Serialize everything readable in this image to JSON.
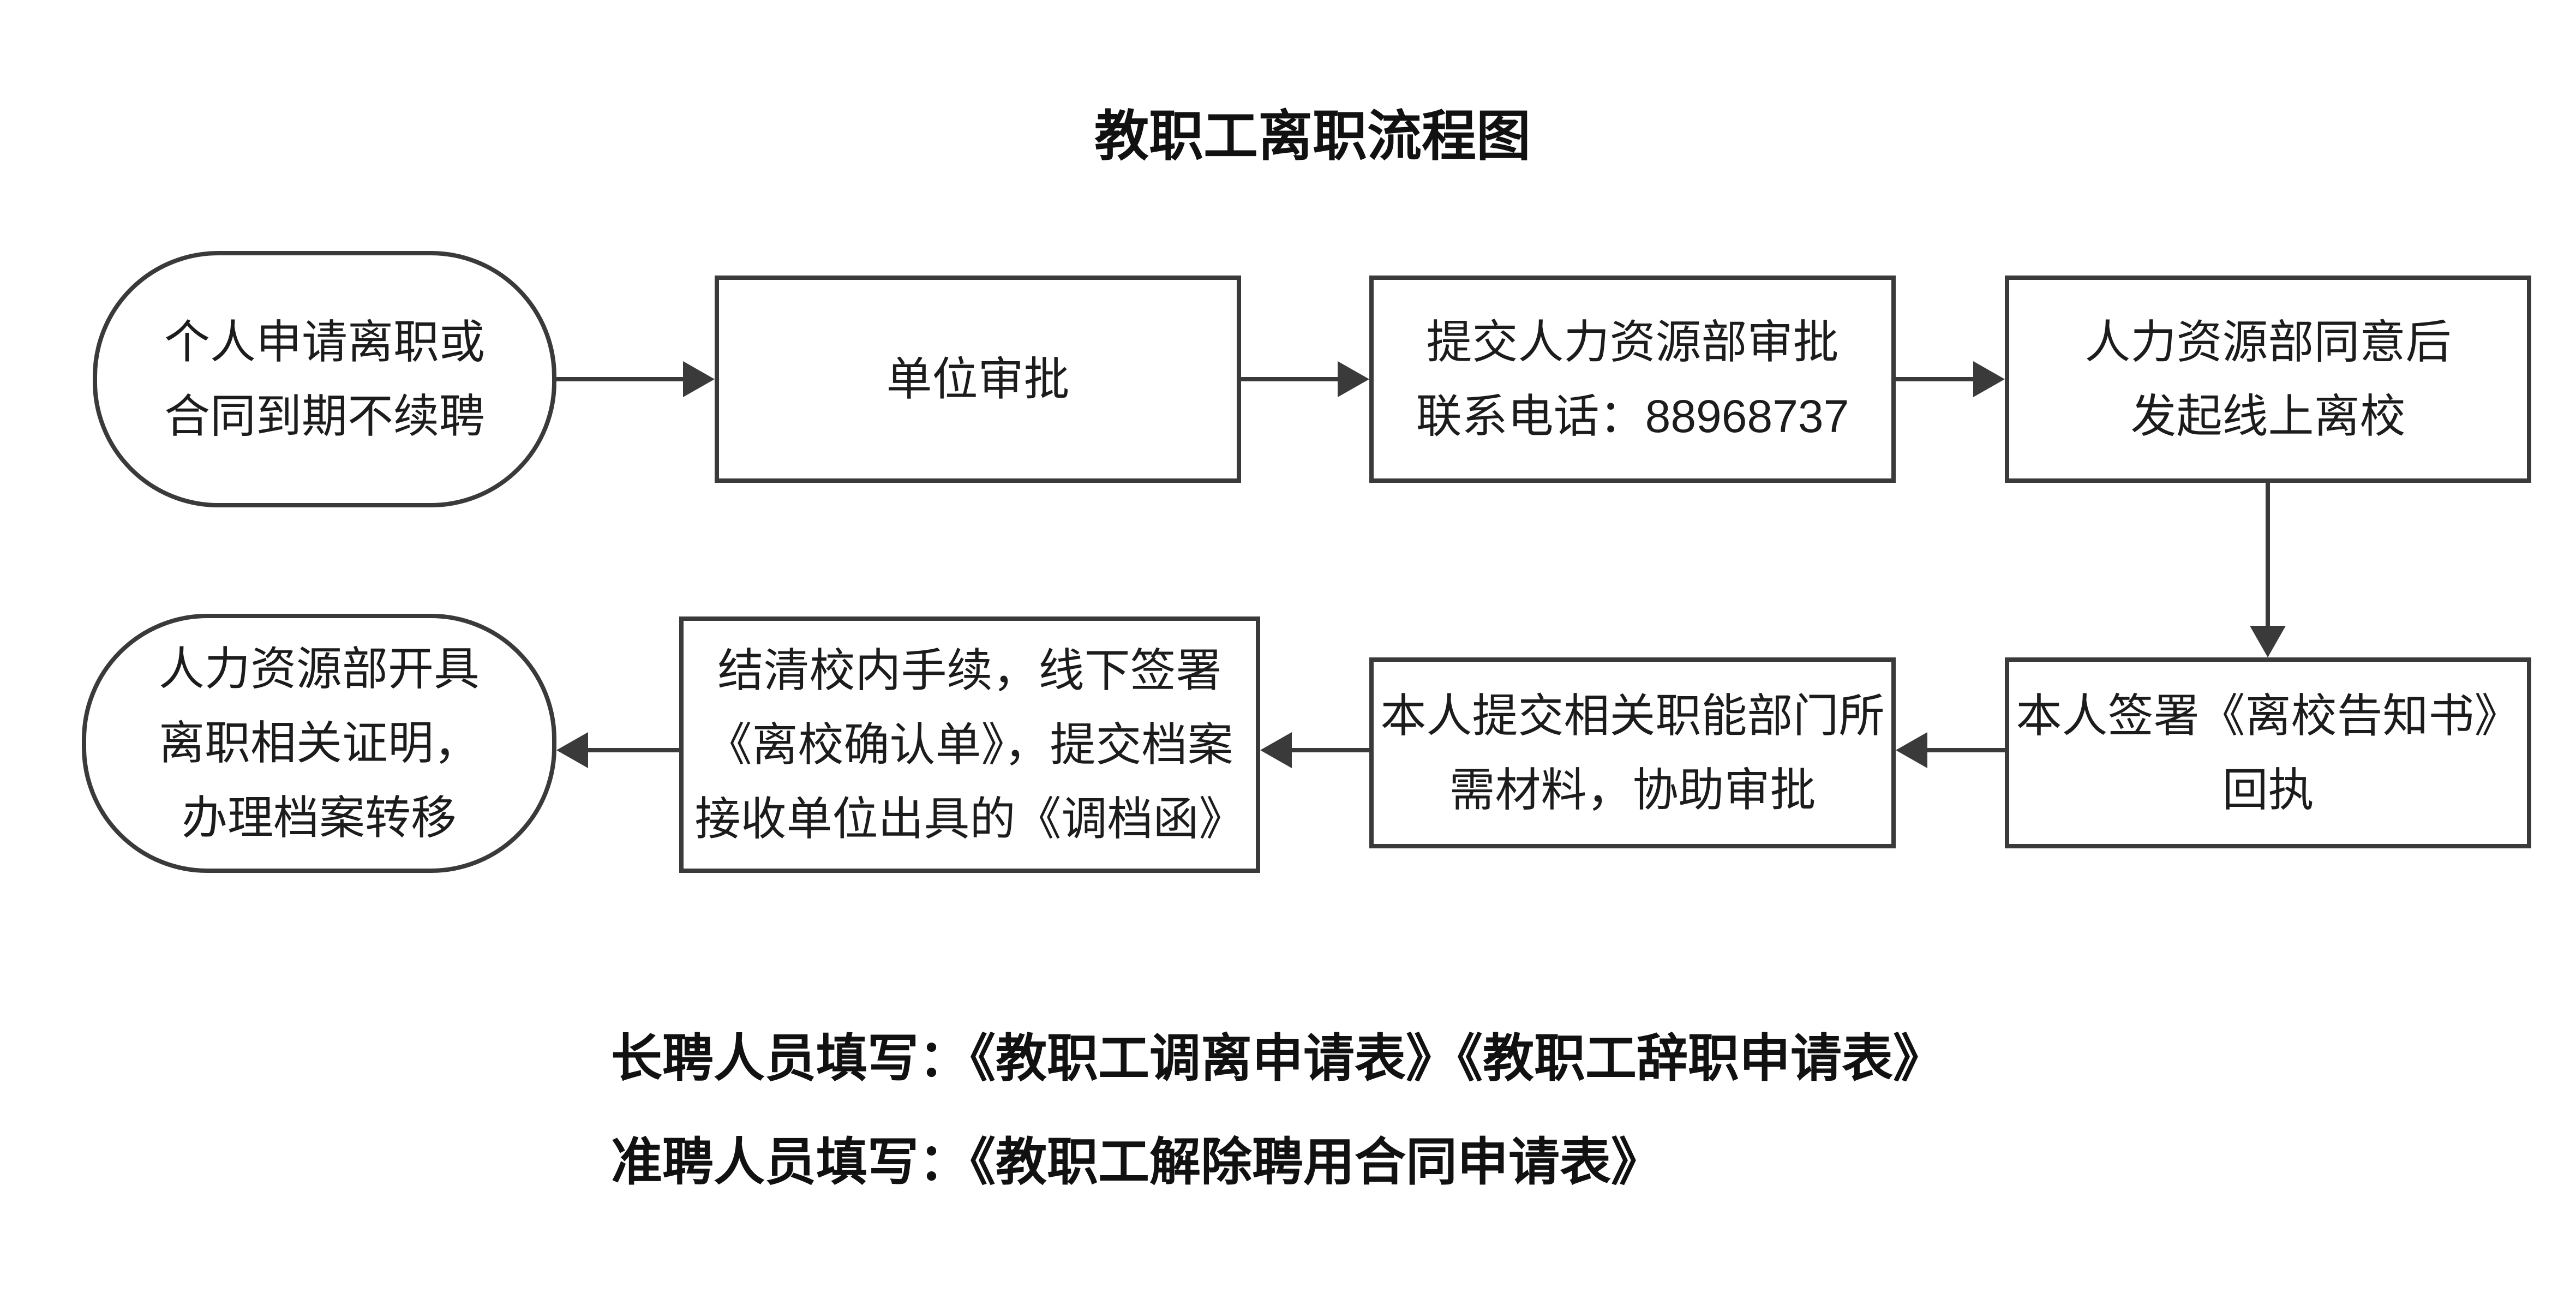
{
  "title": "教职工离职流程图",
  "colors": {
    "line": "#3a3a3a",
    "text": "#1c1c1c",
    "background": "#ffffff"
  },
  "nodes": [
    {
      "id": "start",
      "shape": "stadium",
      "lines": [
        "个人申请离职或",
        "合同到期不续聘"
      ]
    },
    {
      "id": "unit-approval",
      "shape": "rectangle",
      "lines": [
        "单位审批"
      ]
    },
    {
      "id": "hr-approval",
      "shape": "rectangle",
      "lines": [
        "提交人力资源部审批",
        "联系电话：88968737"
      ]
    },
    {
      "id": "hr-agree-online",
      "shape": "rectangle",
      "lines": [
        "人力资源部同意后",
        "发起线上离校"
      ]
    },
    {
      "id": "sign-notice",
      "shape": "rectangle",
      "lines": [
        "本人签署《离校告知书》",
        "回执"
      ]
    },
    {
      "id": "submit-materials",
      "shape": "rectangle",
      "lines": [
        "本人提交相关职能部门所",
        "需材料，协助审批"
      ]
    },
    {
      "id": "settle-procedures",
      "shape": "rectangle",
      "lines": [
        "结清校内手续，线下签署",
        "《离校确认单》，提交档案",
        "接收单位出具的《调档函》"
      ]
    },
    {
      "id": "hr-certificate",
      "shape": "stadium",
      "lines": [
        "人力资源部开具",
        "离职相关证明，",
        "办理档案转移"
      ]
    }
  ],
  "notes": [
    "长聘人员填写：《教职工调离申请表》《教职工辞职申请表》",
    "准聘人员填写：《教职工解除聘用合同申请表》"
  ]
}
